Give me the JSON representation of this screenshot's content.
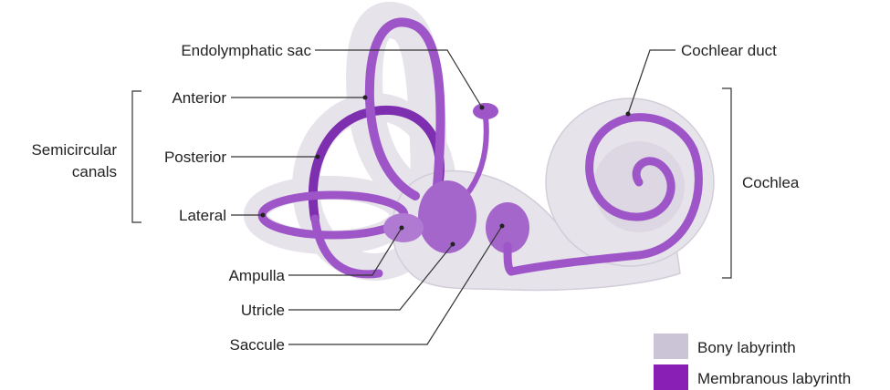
{
  "labels": {
    "endolymphatic_sac": "Endolymphatic sac",
    "cochlear_duct": "Cochlear duct",
    "anterior": "Anterior",
    "posterior": "Posterior",
    "lateral": "Lateral",
    "semicircular_line1": "Semicircular",
    "semicircular_line2": "canals",
    "cochlea": "Cochlea",
    "ampulla": "Ampulla",
    "utricle": "Utricle",
    "saccule": "Saccule"
  },
  "legend": {
    "bony": {
      "label": "Bony labyrinth",
      "color": "#cbc4d6"
    },
    "membranous": {
      "label": "Membranous labyrinth",
      "color": "#8a1fb5"
    }
  },
  "colors": {
    "bony_fill": "#e6e3ea",
    "membranous": "#9d55c8",
    "membranous_dark": "#7e2fb0"
  }
}
